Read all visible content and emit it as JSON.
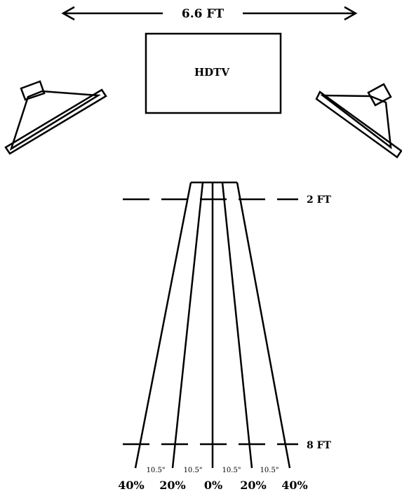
{
  "top_width_label": "6.6 FT",
  "tv_label": "HDTV",
  "distance_labels": {
    "near": "2 FT",
    "far": "8 FT"
  },
  "spacing_labels": [
    "10.5\"",
    "10.5\"",
    "10.5\"",
    "10.5\""
  ],
  "percent_labels": [
    "40%",
    "20%",
    "0%",
    "20%",
    "40%"
  ]
}
